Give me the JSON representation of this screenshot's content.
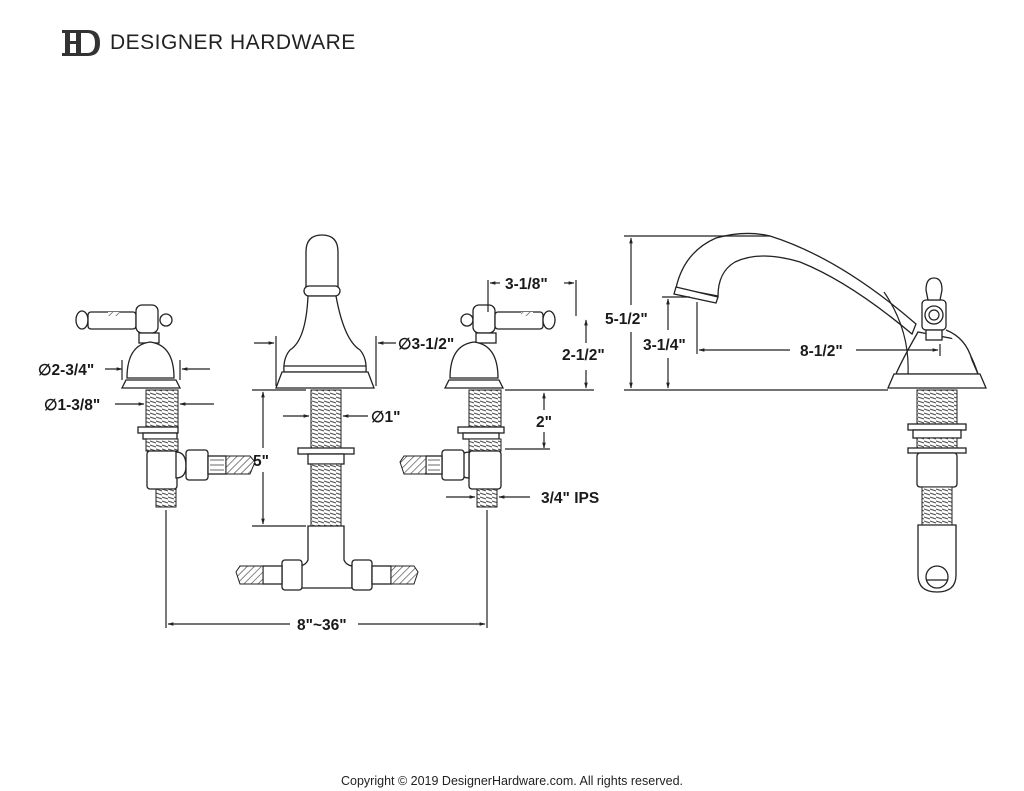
{
  "brand": {
    "logo_letters": "DH",
    "name": "DESIGNER HARDWARE"
  },
  "dimensions": {
    "handle_base_diameter": "∅2-3/4\"",
    "shank_diameter": "∅1-3/8\"",
    "spout_base_diameter": "∅3-1/2\"",
    "spout_shank_diameter": "∅1\"",
    "shank_length": "5\"",
    "handle_width": "3-1/8\"",
    "handle_height": "2-1/2\"",
    "valve_depth": "2\"",
    "inlet_size": "3/4\" IPS",
    "spread": "8\"~36\"",
    "overall_height": "5-1/2\"",
    "spout_clearance": "3-1/4\"",
    "spout_reach": "8-1/2\""
  },
  "footer": {
    "copyright": "Copyright © 2019 DesignerHardware.com. All rights reserved."
  }
}
